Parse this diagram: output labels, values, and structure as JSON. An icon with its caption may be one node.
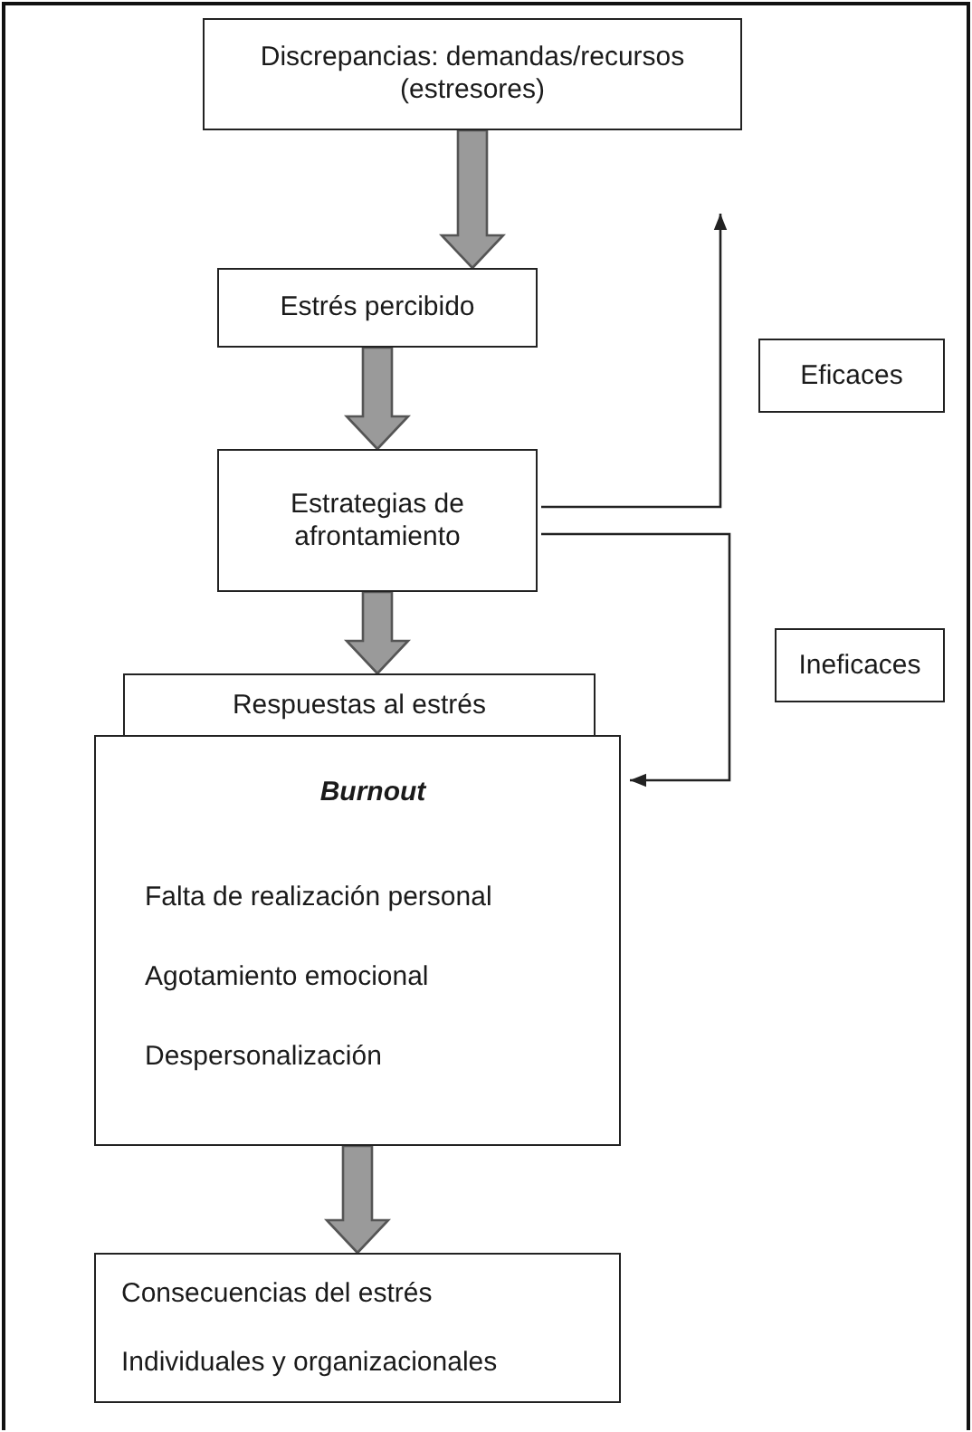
{
  "diagram": {
    "nodes": [
      {
        "text": [
          "Discrepancias: demandas/recursos (estresores)"
        ]
      },
      {
        "text": [
          "Estrés percibido"
        ]
      },
      {
        "text": [
          "Estrategias de afrontamiento"
        ]
      },
      {
        "text": [
          "Respuestas al estrés"
        ]
      },
      {
        "text": [
          "Burnout",
          "Falta de realización personal",
          "Agotamiento emocional",
          "Despersonalización"
        ]
      },
      {
        "text": [
          "Consecuencias del estrés",
          "Individuales y organizacionales"
        ]
      },
      {
        "text": [
          "Eficaces"
        ]
      },
      {
        "text": [
          "Ineficaces"
        ]
      }
    ],
    "edges": [
      {
        "from": 0,
        "to": 1,
        "arrow": "to",
        "style": "thick"
      },
      {
        "from": 1,
        "to": 2,
        "arrow": "to",
        "style": "thick"
      },
      {
        "from": 2,
        "to": 3,
        "arrow": "to",
        "style": "thick"
      },
      {
        "from": 4,
        "to": 5,
        "arrow": "to",
        "style": "thick"
      },
      {
        "from": 2,
        "to": null,
        "arrow": "to",
        "color": "#222222"
      },
      {
        "from": 2,
        "to": 4,
        "arrow": "to",
        "color": "#222222"
      }
    ]
  }
}
